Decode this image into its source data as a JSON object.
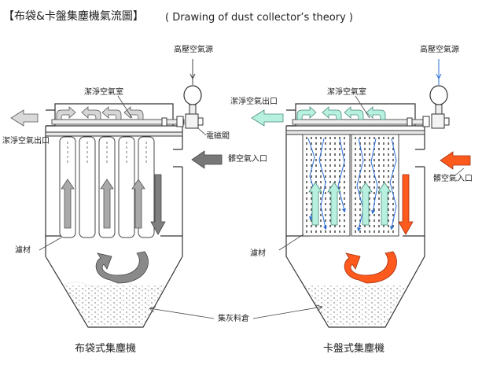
{
  "title": "【布袋&卡盤集塵機氣流圖】",
  "subtitle": "( Drawing of dust collector’s theory )",
  "labels": {
    "high_pressure_air": "高壓空氣源",
    "clean_air_room": "潔淨空氣室",
    "clean_air_out": "潔淨空氣出口",
    "solenoid_valve": "電磁閥",
    "dirty_air_in": "髒空氣入口",
    "filter_media": "濾材",
    "ash_hopper": "集灰料倉"
  },
  "captions": {
    "bag_filter": "布袋式集塵機",
    "cartridge_filter": "卡盤式集塵機"
  },
  "colors": {
    "left_flow": "#7f7f7f",
    "right_clean": "#b8f0e0",
    "right_dirty": "#ff5a1e",
    "pulse": "#2a6fd6"
  }
}
